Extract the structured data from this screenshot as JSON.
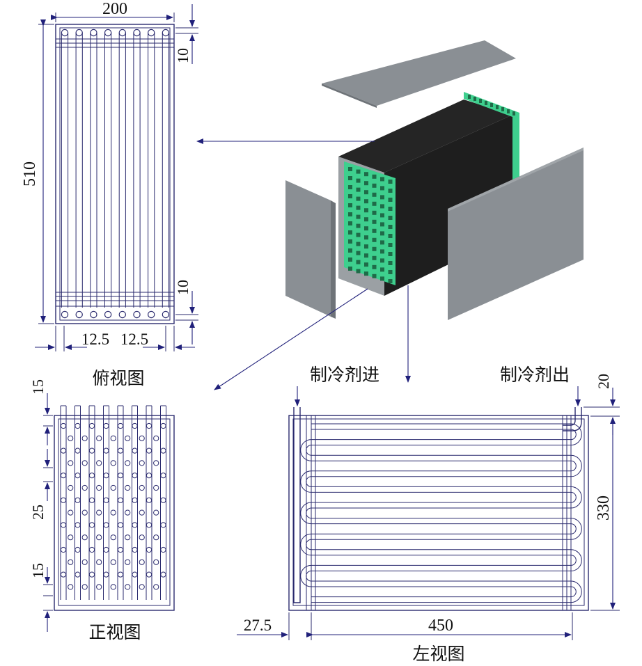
{
  "views": {
    "top": {
      "title": "俯视图",
      "width_dim": "200",
      "height_dim": "510",
      "edge_top": "10",
      "edge_bottom": "10",
      "pitch_left": "12.5",
      "pitch_right": "12.5"
    },
    "front": {
      "title": "正视图",
      "top_dim": "15",
      "mid_dim": "25",
      "bottom_dim": "15"
    },
    "side": {
      "title": "左视图",
      "inlet_label": "制冷剂进",
      "outlet_label": "制冷剂出",
      "height_dim": "330",
      "top_dim": "20",
      "length_dim": "450",
      "offset_dim": "27.5"
    }
  },
  "colors": {
    "line": "#2a2a6e",
    "fins": "#3ecf8e",
    "core": "#1e1e1e",
    "panel": "#8a8f94"
  }
}
